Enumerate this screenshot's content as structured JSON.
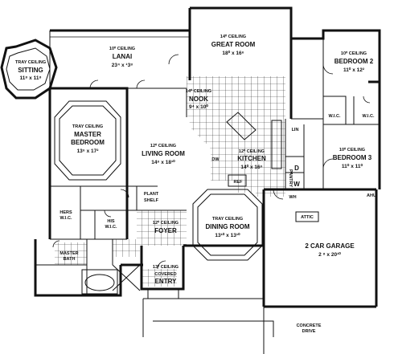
{
  "rooms": {
    "sitting": {
      "ceiling": "TRAY CEILING",
      "name": "SITTING",
      "dims": "11⁸ x 11⁸"
    },
    "lanai": {
      "ceiling": "10⁰ CEILING",
      "name": "LANAI",
      "dims": "23⁴ x ¹3⁸"
    },
    "great_room": {
      "ceiling": "14⁰ CEILING",
      "name": "GREAT ROOM",
      "dims": "18⁰ x 16⁶"
    },
    "bedroom2": {
      "ceiling": "10⁰ CEILING",
      "name": "BEDROOM 2",
      "dims": "11⁰ x 12²"
    },
    "master_bedroom": {
      "ceiling": "TRAY CEILING",
      "name1": "MASTER",
      "name2": "BEDROOM",
      "dims": "13⁶ x 17²"
    },
    "nook": {
      "ceiling": "14⁰ CEILING",
      "name": "NOOK",
      "dims": "9⁴ x 10⁰"
    },
    "living_room": {
      "ceiling": "12⁰ CEILING",
      "name": "LIVING ROOM",
      "dims": "14⁶ x 18¹⁰"
    },
    "kitchen": {
      "ceiling": "12⁰ CEILING",
      "name": "KITCHEN",
      "dims": "14⁰ x 16⁶"
    },
    "bedroom3": {
      "ceiling": "10⁰ CEILING",
      "name": "BEDROOM 3",
      "dims": "11⁰ x 11⁰"
    },
    "hers_wic": {
      "l1": "HERS",
      "l2": "W.I.C."
    },
    "his_wic": {
      "l1": "HIS",
      "l2": "W.I.C."
    },
    "master_bath": {
      "l1": "MASTER",
      "l2": "BATH"
    },
    "foyer": {
      "ceiling": "12⁰ CEILING",
      "name": "FOYER"
    },
    "plant_shelf": {
      "l1": "PLANT",
      "l2": "SHELF"
    },
    "dining_room": {
      "ceiling": "TRAY CEILING",
      "name": "DINING ROOM",
      "dims": "13¹⁰ x 13¹⁰"
    },
    "garage": {
      "name": "2 CAR GARAGE",
      "dims": "2 ⁸ x 20¹⁰"
    },
    "entry": {
      "ceiling": "13⁰ CEILING",
      "l1": "COVERED",
      "l2": "ENTRY"
    },
    "driveway": {
      "l1": "CONCRETE",
      "l2": "DRIVE"
    }
  },
  "fixtures": {
    "lin": "LIN",
    "wic_bed2": "W.I.C.",
    "wic_side": "W.I.C.",
    "pantry": "PANTRY",
    "dw": "DW",
    "ref": "REF",
    "d": "D",
    "w": "W",
    "wh": "WH",
    "attic": "ATTIC",
    "ahu": "AHU"
  }
}
